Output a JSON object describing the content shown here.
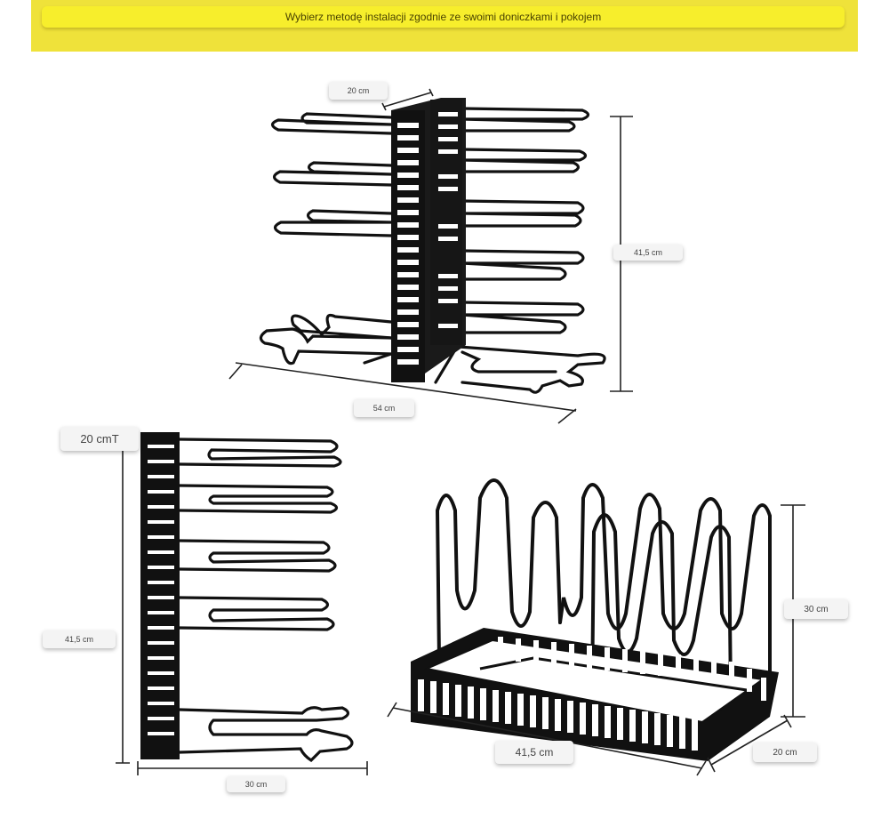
{
  "banner": {
    "text": "Wybierz metodę instalacji zgodnie ze swoimi doniczkami i pokojem"
  },
  "dimensions": {
    "top_depth": "20 cm",
    "top_height": "41,5 cm",
    "top_width": "54 cm",
    "side_depth": "20 cmT",
    "side_height": "41,5 cm",
    "side_width": "30 cm",
    "lid_height": "30 cm",
    "lid_length": "41,5 cm",
    "lid_depth": "20 cm"
  },
  "colors": {
    "banner": "#efe23a",
    "banner_pill": "#f7ee2c",
    "product": "#111111"
  }
}
